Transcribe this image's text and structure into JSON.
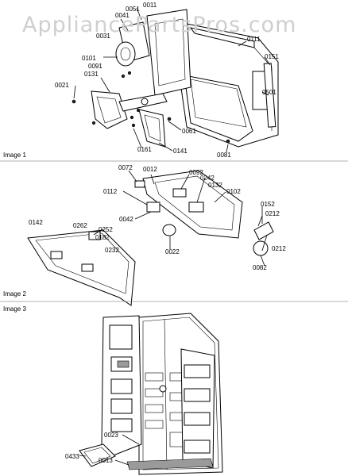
{
  "watermark": "AppliancePartsPros.com",
  "sections": [
    "Image 1",
    "Image 2",
    "Image 3"
  ],
  "image1_labels": [
    "0011",
    "0051",
    "0041",
    "0111",
    "0031",
    "0101",
    "0091",
    "0151",
    "0131",
    "0021",
    "0501",
    "0061",
    "0161",
    "0141",
    "0081"
  ],
  "image2_labels": [
    "0072",
    "0012",
    "0092",
    "0242",
    "0132",
    "0102",
    "0112",
    "0152",
    "0212",
    "0042",
    "0142",
    "0262",
    "0252",
    "0182",
    "0022",
    "0212",
    "0232",
    "0082"
  ],
  "image3_labels": [
    "0023",
    "0433",
    "0013"
  ]
}
